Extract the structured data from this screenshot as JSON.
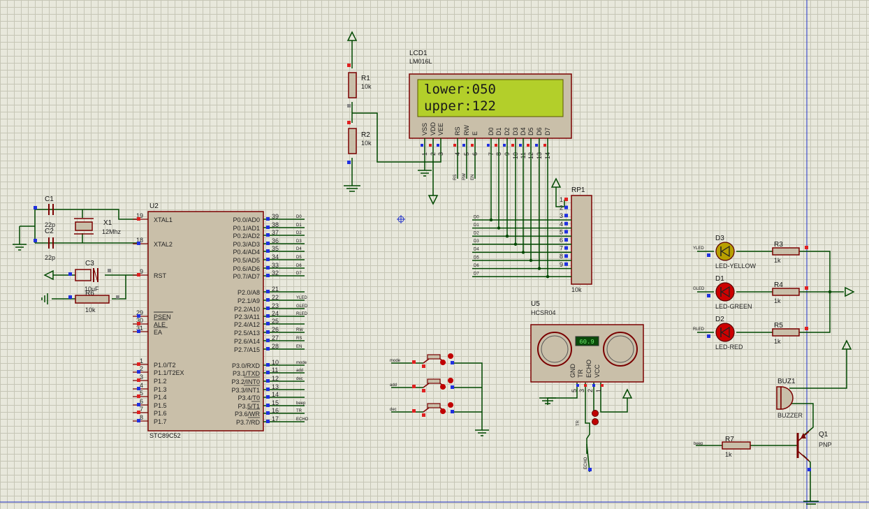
{
  "lcd": {
    "ref": "LCD1",
    "model": "LM016L",
    "line1": "lower:050",
    "line2": "upper:122",
    "pin_names": [
      "VSS",
      "VDD",
      "VEE",
      "RS",
      "RW",
      "E",
      "D0",
      "D1",
      "D2",
      "D3",
      "D4",
      "D5",
      "D6",
      "D7"
    ],
    "pin_nums": [
      "1",
      "2",
      "3",
      "4",
      "5",
      "6",
      "7",
      "8",
      "9",
      "10",
      "11",
      "12",
      "13",
      "14"
    ],
    "display_color": "#b3cf2a"
  },
  "mcu": {
    "ref": "U2",
    "model": "STC89C52",
    "left_pins": [
      {
        "num": "19",
        "name": "XTAL1"
      },
      {
        "num": "18",
        "name": "XTAL2"
      },
      {
        "num": "9",
        "name": "RST"
      },
      {
        "num": "29",
        "name": "PSEN"
      },
      {
        "num": "30",
        "name": "ALE"
      },
      {
        "num": "31",
        "name": "EA"
      },
      {
        "num": "1",
        "name": "P1.0/T2"
      },
      {
        "num": "2",
        "name": "P1.1/T2EX"
      },
      {
        "num": "3",
        "name": "P1.2"
      },
      {
        "num": "4",
        "name": "P1.3"
      },
      {
        "num": "5",
        "name": "P1.4"
      },
      {
        "num": "6",
        "name": "P1.5"
      },
      {
        "num": "7",
        "name": "P1.6"
      },
      {
        "num": "8",
        "name": "P1.7"
      }
    ],
    "right_pins": [
      {
        "num": "39",
        "name": "P0.0/AD0",
        "net": "D0"
      },
      {
        "num": "38",
        "name": "P0.1/AD1",
        "net": "D1"
      },
      {
        "num": "37",
        "name": "P0.2/AD2",
        "net": "D2"
      },
      {
        "num": "36",
        "name": "P0.3/AD3",
        "net": "D3"
      },
      {
        "num": "35",
        "name": "P0.4/AD4",
        "net": "D4"
      },
      {
        "num": "34",
        "name": "P0.5/AD5",
        "net": "D5"
      },
      {
        "num": "33",
        "name": "P0.6/AD6",
        "net": "D6"
      },
      {
        "num": "32",
        "name": "P0.7/AD7",
        "net": "D7"
      },
      {
        "num": "21",
        "name": "P2.0/A8",
        "net": ""
      },
      {
        "num": "22",
        "name": "P2.1/A9",
        "net": "YLED"
      },
      {
        "num": "23",
        "name": "P2.2/A10",
        "net": "GLED"
      },
      {
        "num": "24",
        "name": "P2.3/A11",
        "net": "RLED"
      },
      {
        "num": "25",
        "name": "P2.4/A12",
        "net": ""
      },
      {
        "num": "26",
        "name": "P2.5/A13",
        "net": "RW"
      },
      {
        "num": "27",
        "name": "P2.6/A14",
        "net": "RS"
      },
      {
        "num": "28",
        "name": "P2.7/A15",
        "net": "EN"
      },
      {
        "num": "10",
        "name": "P3.0/RXD",
        "net": "mode"
      },
      {
        "num": "11",
        "name": "P3.1/TXD",
        "net": "add"
      },
      {
        "num": "12",
        "name": "P3.2/INT0",
        "net": "dec"
      },
      {
        "num": "13",
        "name": "P3.3/INT1",
        "net": ""
      },
      {
        "num": "14",
        "name": "P3.4/T0",
        "net": ""
      },
      {
        "num": "15",
        "name": "P3.5/T1",
        "net": "beep"
      },
      {
        "num": "16",
        "name": "P3.6/WR",
        "net": "TR"
      },
      {
        "num": "17",
        "name": "P3.7/RD",
        "net": "ECHO"
      }
    ]
  },
  "components": {
    "c1": {
      "ref": "C1",
      "value": "22p"
    },
    "c2": {
      "ref": "C2",
      "value": "22p"
    },
    "x1": {
      "ref": "X1",
      "value": "12Mhz"
    },
    "c3": {
      "ref": "C3",
      "value": "10uF"
    },
    "r6": {
      "ref": "R6",
      "value": "10k"
    },
    "r1": {
      "ref": "R1",
      "value": "10k"
    },
    "r2": {
      "ref": "R2",
      "value": "10k"
    },
    "rp1": {
      "ref": "RP1",
      "value": "10k",
      "pins": [
        "1",
        "2",
        "3",
        "4",
        "5",
        "6",
        "7",
        "8",
        "9"
      ]
    },
    "u5": {
      "ref": "U5",
      "model": "HCSR04",
      "reading": "60.9",
      "pin_names": [
        "GND",
        "TR",
        "ECHO",
        "VCC"
      ],
      "pin_nums": [
        "5",
        "3",
        "2",
        "1"
      ]
    },
    "d3": {
      "ref": "D3",
      "name": "LED-YELLOW",
      "color": "#b8a000"
    },
    "d1": {
      "ref": "D1",
      "name": "LED-GREEN",
      "color": "#cc0000"
    },
    "d2": {
      "ref": "D2",
      "name": "LED-RED",
      "color": "#cc0000"
    },
    "r3": {
      "ref": "R3",
      "value": "1k"
    },
    "r4": {
      "ref": "R4",
      "value": "1k"
    },
    "r5": {
      "ref": "R5",
      "value": "1k"
    },
    "buz1": {
      "ref": "BUZ1",
      "name": "BUZZER"
    },
    "r7": {
      "ref": "R7",
      "value": "1k"
    },
    "q1": {
      "ref": "Q1",
      "type": "PNP"
    }
  },
  "nets": {
    "lcd_ctrl": [
      "RS",
      "RW",
      "EN"
    ],
    "bus": [
      "D0",
      "D1",
      "D2",
      "D3",
      "D4",
      "D5",
      "D6",
      "D7"
    ],
    "buttons": [
      "mode",
      "add",
      "dec"
    ],
    "leds": [
      "YLED",
      "GLED",
      "RLED"
    ],
    "beep": "beep",
    "tr": "TR",
    "echo": "ECHO"
  },
  "colors": {
    "wire": "#004800",
    "body": "#c9bfa9",
    "outline": "#7a0000",
    "pin_red": "#e02020",
    "pin_blue": "#2030e0",
    "grid_bg": "#e8e8dc"
  }
}
